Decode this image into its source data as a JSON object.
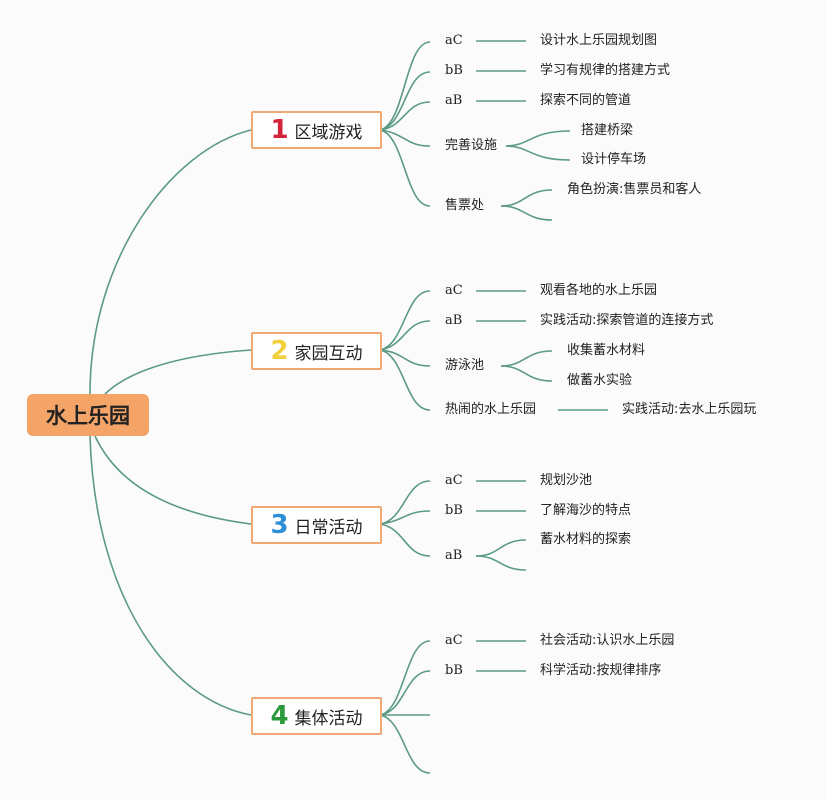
{
  "root": {
    "label": "水上乐园"
  },
  "branches": [
    {
      "number": "1",
      "label": "区域游戏",
      "color": "#d3243a",
      "items": [
        {
          "label": "aC",
          "child": "设计水上乐园规划图"
        },
        {
          "label": "bB",
          "child": "学习有规律的搭建方式"
        },
        {
          "label": "aB",
          "child": "探索不同的管道"
        },
        {
          "label": "完善设施",
          "children": [
            "搭建桥梁",
            "设计停车场"
          ]
        },
        {
          "label": "售票处",
          "children": [
            "角色扮演:售票员和客人"
          ]
        }
      ]
    },
    {
      "number": "2",
      "label": "家园互动",
      "color": "#f2d03c",
      "items": [
        {
          "label": "aC",
          "child": "观看各地的水上乐园"
        },
        {
          "label": "aB",
          "child": "实践活动:探索管道的连接方式"
        },
        {
          "label": "游泳池",
          "children": [
            "收集蓄水材料",
            "做蓄水实验"
          ]
        },
        {
          "label": "热闹的水上乐园",
          "child": "实践活动:去水上乐园玩"
        }
      ]
    },
    {
      "number": "3",
      "label": "日常活动",
      "color": "#2d8fd6",
      "items": [
        {
          "label": "aC",
          "child": "规划沙池"
        },
        {
          "label": "bB",
          "child": "了解海沙的特点"
        },
        {
          "label": "aB",
          "children": [
            "蓄水材料的探索"
          ]
        }
      ]
    },
    {
      "number": "4",
      "label": "集体活动",
      "color": "#2a9a3a",
      "items": [
        {
          "label": "aC",
          "child": "社会活动:认识水上乐园"
        },
        {
          "label": "bB",
          "child": "科学活动:按规律排序"
        }
      ]
    }
  ]
}
